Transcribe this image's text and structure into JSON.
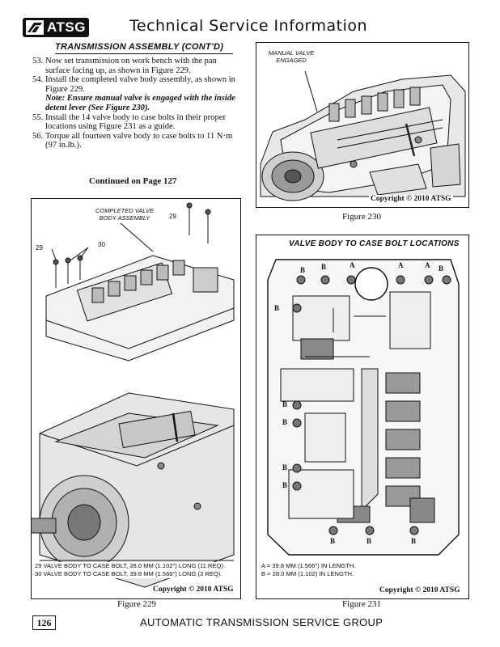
{
  "header": {
    "logo_text": "ATSG",
    "title": "Technical Service Information"
  },
  "section_title": "TRANSMISSION ASSEMBLY (CONT'D)",
  "steps": [
    {
      "num": "53.",
      "text": "Now set transmission on work bench with the pan surface facing up, as shown in Figure 229."
    },
    {
      "num": "54.",
      "text": "Install the completed valve body assembly, as shown in Figure 229.",
      "note": "Note: Ensure manual valve is engaged with the inside detent lever  (See Figure 230)."
    },
    {
      "num": "55.",
      "text": "Install the 14 valve body to case bolts in their proper locations using Figure 231 as a guide."
    },
    {
      "num": "56.",
      "text": "Torque all fourteen valve body to case bolts to 11 N·m (97 in.lb.)."
    }
  ],
  "continued": "Continued on Page 127",
  "figure230": {
    "label_line1": "MANUAL VALVE",
    "label_line2": "ENGAGED",
    "copyright": "Copyright © 2010 ATSG",
    "caption": "Figure 230"
  },
  "figure229": {
    "label_line1": "COMPLETED VALVE",
    "label_line2": "BODY ASSEMBLY",
    "callout_29a": "29",
    "callout_29b": "29",
    "callout_30": "30",
    "legend_29": "29  VALVE BODY TO CASE BOLT, 28.0 MM (1.102\") LONG (11 REQ).",
    "legend_30": "30  VALVE BODY TO CASE BOLT, 39.8 MM (1.566\") LONG (3 REQ).",
    "copyright": "Copyright © 2010 ATSG",
    "caption": "Figure 229"
  },
  "figure231": {
    "title": "VALVE BODY TO CASE BOLT LOCATIONS",
    "bolt_a": "A",
    "bolt_b": "B",
    "legend_a": "A = 39.8 MM  (1.566\") IN LENGTH.",
    "legend_b": "B = 28.0 MM  (1.102) IN LENGTH.",
    "copyright": "Copyright © 2010 ATSG",
    "caption": "Figure 231"
  },
  "footer": {
    "page_number": "126",
    "text": "AUTOMATIC TRANSMISSION SERVICE GROUP"
  }
}
